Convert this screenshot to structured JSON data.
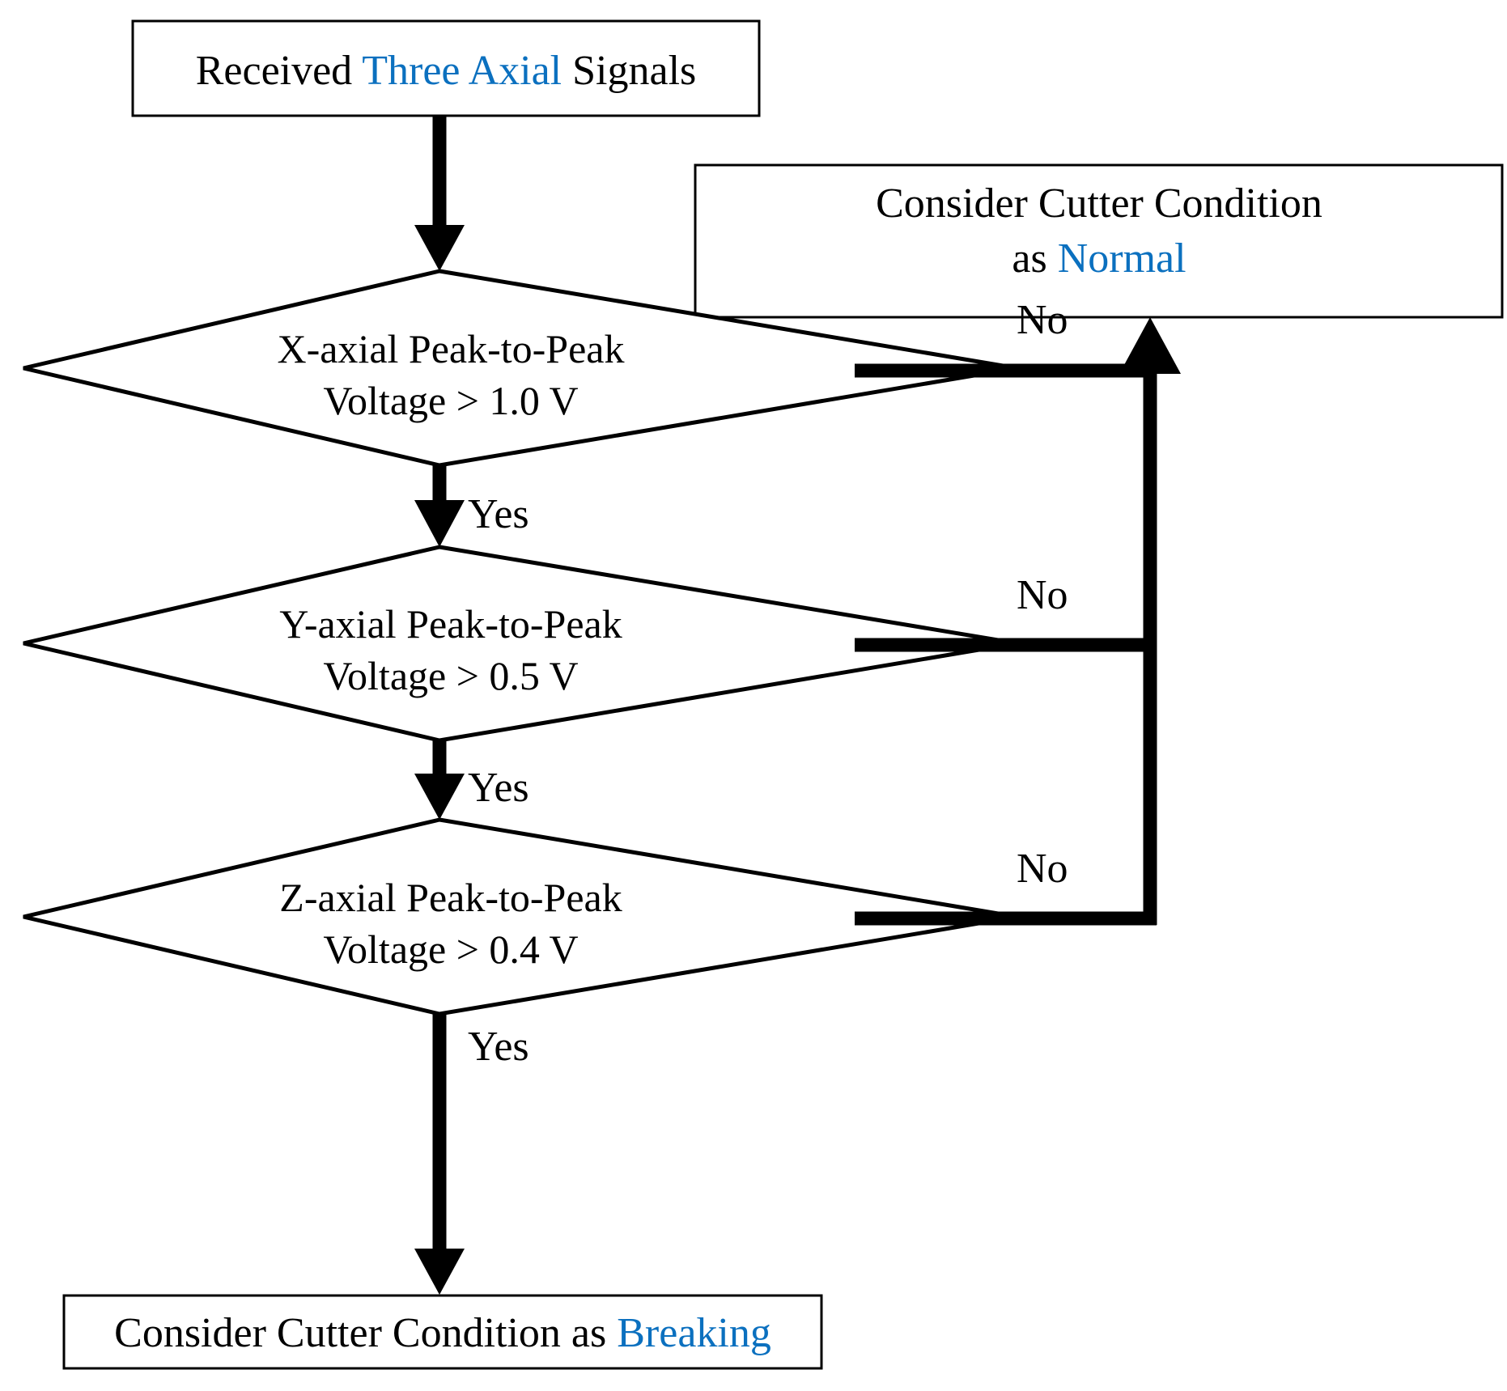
{
  "diagram": {
    "type": "flowchart",
    "title": "Cutter condition decision flowchart",
    "accent_color": "#0b70bf",
    "text_color": "#000000",
    "background_color": "#ffffff"
  },
  "nodes": {
    "start": {
      "shape": "process-box",
      "text_before": "Received ",
      "text_accent": "Three Axial",
      "text_after": " Signals"
    },
    "normal_outcome": {
      "shape": "process-box",
      "line1": "Consider Cutter Condition",
      "line2_before": "as ",
      "line2_accent": "Normal"
    },
    "decision_x": {
      "shape": "diamond",
      "line1": "X-axial Peak-to-Peak",
      "line2": "Voltage > 1.0 V"
    },
    "decision_y": {
      "shape": "diamond",
      "line1": "Y-axial Peak-to-Peak",
      "line2": "Voltage > 0.5 V"
    },
    "decision_z": {
      "shape": "diamond",
      "line1": "Z-axial Peak-to-Peak",
      "line2": "Voltage > 0.4 V"
    },
    "breaking_outcome": {
      "shape": "process-box",
      "text_before": "Consider Cutter Condition as ",
      "text_accent": "Breaking"
    }
  },
  "edge_labels": {
    "no_x": "No",
    "no_y": "No",
    "no_z": "No",
    "yes_x": "Yes",
    "yes_y": "Yes",
    "yes_z": "Yes"
  }
}
